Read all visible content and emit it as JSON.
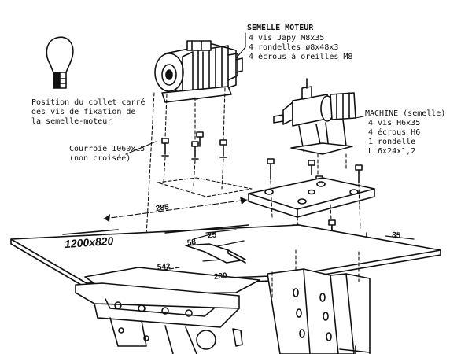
{
  "labels": {
    "semelle_moteur_title": "SEMELLE MOTEUR",
    "semelle_moteur_lines": [
      "4 vis Japy M8x35",
      "4 rondelles ø8x48x3",
      "4 écrous à oreilles M8"
    ],
    "collet_lines": [
      "Position du collet carré",
      "des vis de fixation de",
      "la semelle-moteur"
    ],
    "courroie_lines": [
      "Courroie 1060x15",
      "(non croisée)"
    ],
    "machine_title": "MACHINE (semelle)",
    "machine_lines": [
      "4 vis H6x35",
      "4 écrous H6",
      "1 rondelle",
      "LL6x24x1,2"
    ]
  },
  "dimensions": {
    "d285": "285",
    "d1200x820": "1200x820",
    "d58": "58",
    "d25": "25",
    "d542": "542",
    "d230": "230",
    "d35": "35"
  }
}
